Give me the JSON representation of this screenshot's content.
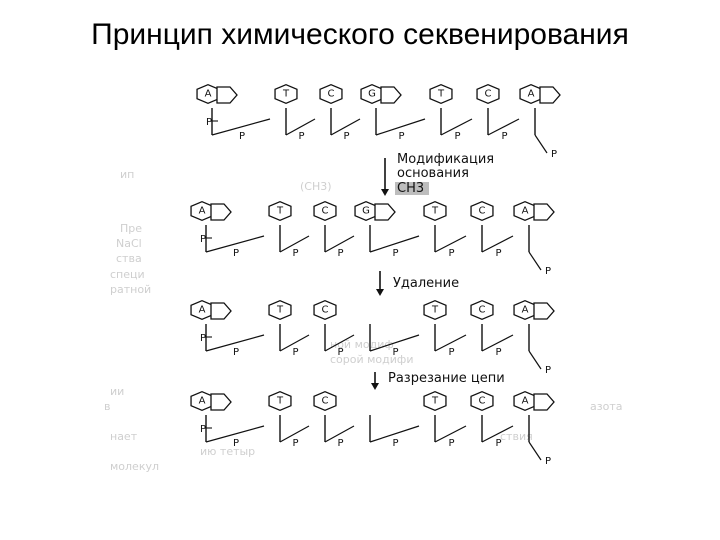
{
  "title": "Принцип химического секвенирования",
  "phosphate_label": "P",
  "rows": [
    {
      "bases": [
        "A",
        "T",
        "C",
        "G",
        "T",
        "C",
        "A"
      ]
    },
    {
      "bases": [
        "A",
        "T",
        "C",
        "G",
        "T",
        "C",
        "A"
      ]
    },
    {
      "bases": [
        "A",
        "T",
        "C",
        "",
        "T",
        "C",
        "A"
      ]
    },
    {
      "bases": [
        "A",
        "T",
        "C",
        "",
        "T",
        "C",
        "A"
      ]
    }
  ],
  "steps": [
    {
      "lines": [
        "Модификация",
        "основания"
      ],
      "extra": "CH3"
    },
    {
      "lines": [
        "Удаление"
      ]
    },
    {
      "lines": [
        "Разрезание цепи"
      ]
    }
  ],
  "background_ghost_text": [
    "ип",
    "Пре",
    "NaCl",
    "ства",
    "специ",
    "ратной",
    "(CH3)",
    "ной модиф",
    "сорой модифи",
    "ии",
    "в",
    "азота",
    "нает",
    "ствия",
    "ию тетыр",
    "молекул"
  ]
}
